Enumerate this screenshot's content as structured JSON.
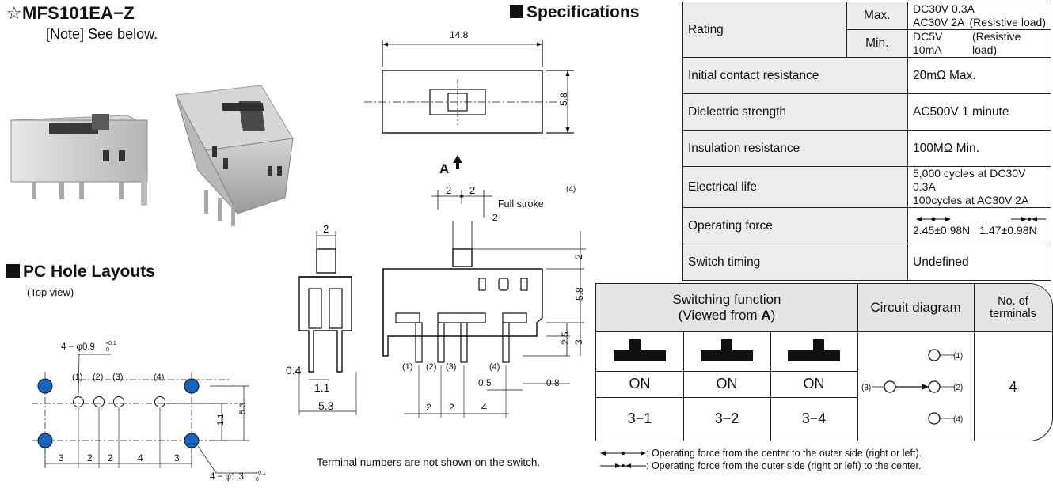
{
  "header": {
    "star": "☆",
    "model": "MFS101EA−Z",
    "note": "[Note] See below."
  },
  "sections": {
    "specifications": "Specifications",
    "pc_hole_layouts": "PC Hole Layouts",
    "top_view": "(Top view)"
  },
  "drawing": {
    "view_label": "A",
    "full_stroke": "Full stroke",
    "footnote": "Terminal numbers are not shown on the switch.",
    "dims": {
      "width_top": "14.8",
      "height_top": "5.8",
      "d2a": "2",
      "d2b": "2",
      "d2_stroke": "2",
      "d4_paren": "(4)",
      "h2": "2",
      "h58": "5.8",
      "h25": "2.5",
      "h3": "3",
      "w05": "0.5",
      "w08": "0.8",
      "b2a": "2",
      "b2b": "2",
      "b4": "4",
      "side_top": "2",
      "side_04": "0.4",
      "side_11": "1.1",
      "side_53": "5.3",
      "t1": "(1)",
      "t2": "(2)",
      "t3": "(3)",
      "t4": "(4)"
    },
    "pc": {
      "hole_small": "4 − φ0.9",
      "hole_small_tol_up": "+0.1",
      "hole_small_tol_dn": "0",
      "hole_big": "4 − φ1.3",
      "hole_big_tol_up": "+0.1",
      "hole_big_tol_dn": "0",
      "p1": "(1)",
      "p2": "(2)",
      "p3": "(3)",
      "p4": "(4)",
      "dim_53": "5.3",
      "dim_11": "1.1",
      "b3a": "3",
      "b2a": "2",
      "b2b": "2",
      "b4": "4",
      "b3b": "3"
    }
  },
  "spec_table": {
    "rating": "Rating",
    "max": "Max.",
    "max_v1": "DC30V 0.3A",
    "max_v2": "AC30V 2A",
    "max_v2_note": "(Resistive load)",
    "min": "Min.",
    "min_v": "DC5V 10mA",
    "min_v_note": "(Resistive load)",
    "icr": "Initial contact resistance",
    "icr_v": "20mΩ Max.",
    "ds": "Dielectric strength",
    "ds_v": "AC500V 1 minute",
    "ir": "Insulation resistance",
    "ir_v": "100MΩ Min.",
    "el": "Electrical life",
    "el_v1": "5,000 cycles at DC30V 0.3A",
    "el_v2": "100cycles at AC30V 2A",
    "of": "Operating force",
    "of_v1": "2.45±0.98N",
    "of_v2": "1.47±0.98N",
    "st": "Switch timing",
    "st_v": "Undefined"
  },
  "switching": {
    "head_func1": "Switching function",
    "head_func2a": "(Viewed from ",
    "head_func2b": "A",
    "head_func2c": ")",
    "head_circuit": "Circuit diagram",
    "head_terms1": "No. of",
    "head_terms2": "terminals",
    "states": [
      "ON",
      "ON",
      "ON"
    ],
    "contacts": [
      "3−1",
      "3−2",
      "3−4"
    ],
    "terminals": "4",
    "c1": "(1)",
    "c2": "(2)",
    "c3": "(3)",
    "c4": "(4)"
  },
  "legend": {
    "l1": ": Operating force from the center to the outer side (right or left).",
    "l2": ": Operating force from the outer side (right or left) to the center."
  }
}
